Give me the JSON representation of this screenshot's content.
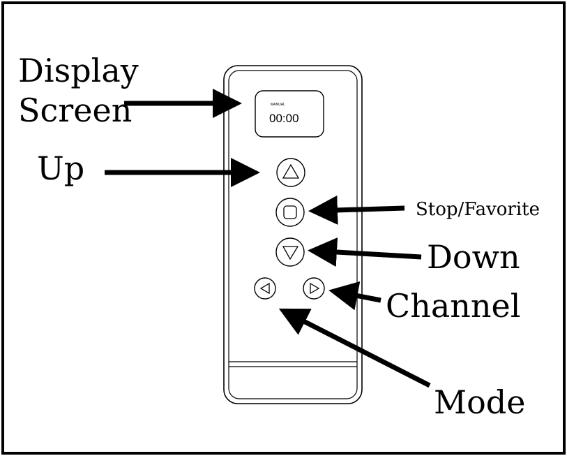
{
  "labels": {
    "display_line1": "Display",
    "display_line2": "Screen",
    "up": "Up",
    "stop_favorite": "Stop/Favorite",
    "down": "Down",
    "channel": "Channel",
    "mode": "Mode"
  },
  "screen": {
    "mode_text": "MANUAL",
    "time_text": "00:00"
  },
  "colors": {
    "line": "#000000",
    "background": "#ffffff"
  }
}
